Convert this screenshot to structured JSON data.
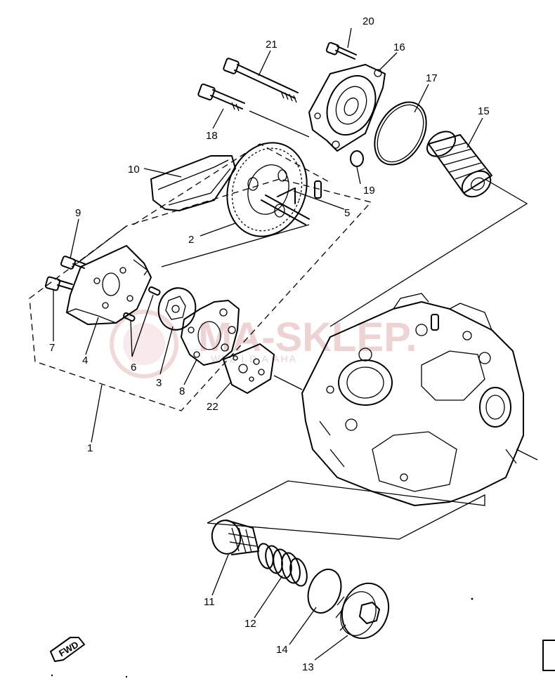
{
  "callouts": {
    "p1": "1",
    "p2": "2",
    "p3": "3",
    "p4": "4",
    "p5": "5",
    "p6": "6",
    "p7": "7",
    "p8": "8",
    "p9": "9",
    "p10": "10",
    "p11": "11",
    "p12": "12",
    "p13": "13",
    "p14": "14",
    "p15": "15",
    "p16": "16",
    "p17": "17",
    "p18": "18",
    "p19": "19",
    "p20": "20",
    "p21": "21",
    "p22": "22"
  },
  "watermark": {
    "text": "MA-SKLEP.",
    "subtext": "WI  Z I   D  A  AHA"
  },
  "fwd_label": "FWD",
  "colors": {
    "ink": "#000000",
    "watermark": "#d9a0a0",
    "background": "#ffffff"
  }
}
